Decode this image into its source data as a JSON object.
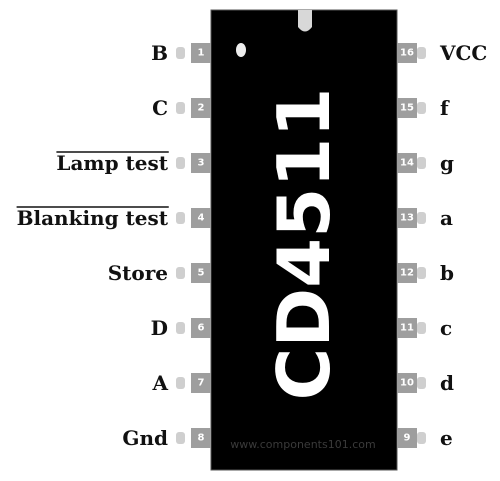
{
  "chip": {
    "name": "CD4511",
    "watermark": "www.components101.com",
    "body_color": "#000000",
    "pin_body_color": "#9e9e9e",
    "pin_tip_color": "#cfcfcf"
  },
  "left_pins": [
    {
      "number": "1",
      "label": "B"
    },
    {
      "number": "2",
      "label": "C"
    },
    {
      "number": "3",
      "label": "Lamp test",
      "overline": true
    },
    {
      "number": "4",
      "label": "Blanking test",
      "overline": true
    },
    {
      "number": "5",
      "label": "Store"
    },
    {
      "number": "6",
      "label": "D"
    },
    {
      "number": "7",
      "label": "A"
    },
    {
      "number": "8",
      "label": "Gnd"
    }
  ],
  "right_pins": [
    {
      "number": "16",
      "label": "VCC"
    },
    {
      "number": "15",
      "label": "f"
    },
    {
      "number": "14",
      "label": "g"
    },
    {
      "number": "13",
      "label": "a"
    },
    {
      "number": "12",
      "label": "b"
    },
    {
      "number": "11",
      "label": "c"
    },
    {
      "number": "10",
      "label": "d"
    },
    {
      "number": "9",
      "label": "e"
    }
  ]
}
